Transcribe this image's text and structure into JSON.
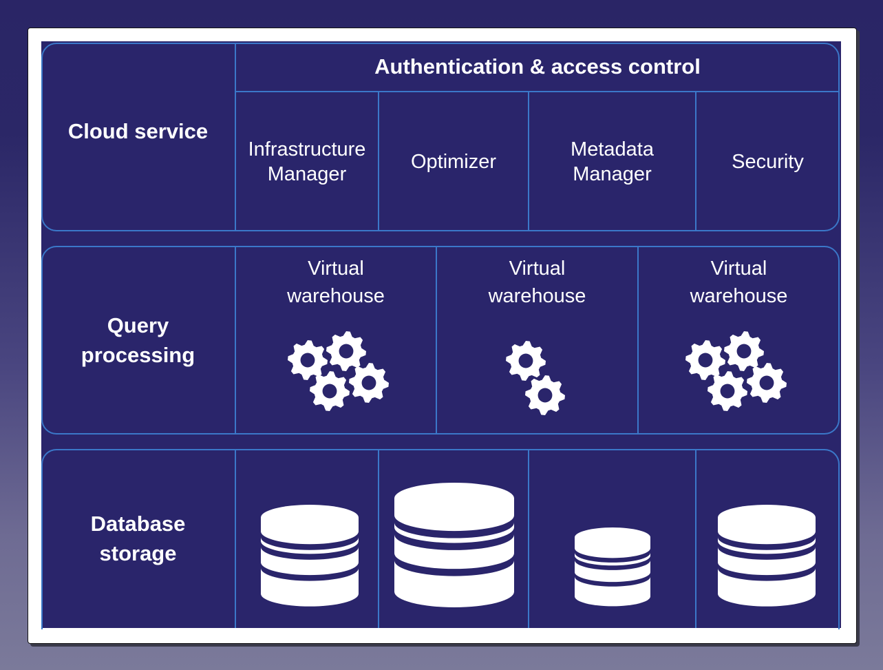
{
  "diagram": {
    "title": "Cloud data platform architecture",
    "colors": {
      "background": "#2a256b",
      "border": "#3b78c9",
      "text": "#ffffff",
      "icon": "#ffffff"
    },
    "layers": [
      {
        "name": "Cloud service",
        "header": "Authentication & access control",
        "components": [
          "Infrastructure Manager",
          "Optimizer",
          "Metadata Manager",
          "Security"
        ],
        "component_lines": [
          [
            "Infrastructure",
            "Manager"
          ],
          [
            "Optimizer"
          ],
          [
            "Metadata",
            "Manager"
          ],
          [
            "Security"
          ]
        ]
      },
      {
        "name_lines": [
          "Query",
          "processing"
        ],
        "name": "Query processing",
        "warehouses": [
          {
            "line1": "Virtual",
            "line2": "warehouse",
            "icon": "gears-icon",
            "gear_count": 4
          },
          {
            "line1": "Virtual",
            "line2": "warehouse",
            "icon": "gears-icon",
            "gear_count": 2
          },
          {
            "line1": "Virtual",
            "line2": "warehouse",
            "icon": "gears-icon",
            "gear_count": 4
          }
        ]
      },
      {
        "name_lines": [
          "Database",
          "storage"
        ],
        "name": "Database storage",
        "databases": [
          {
            "icon": "database-icon",
            "size": "medium"
          },
          {
            "icon": "database-icon",
            "size": "large"
          },
          {
            "icon": "database-icon",
            "size": "small"
          },
          {
            "icon": "database-icon",
            "size": "medium"
          }
        ]
      }
    ]
  }
}
